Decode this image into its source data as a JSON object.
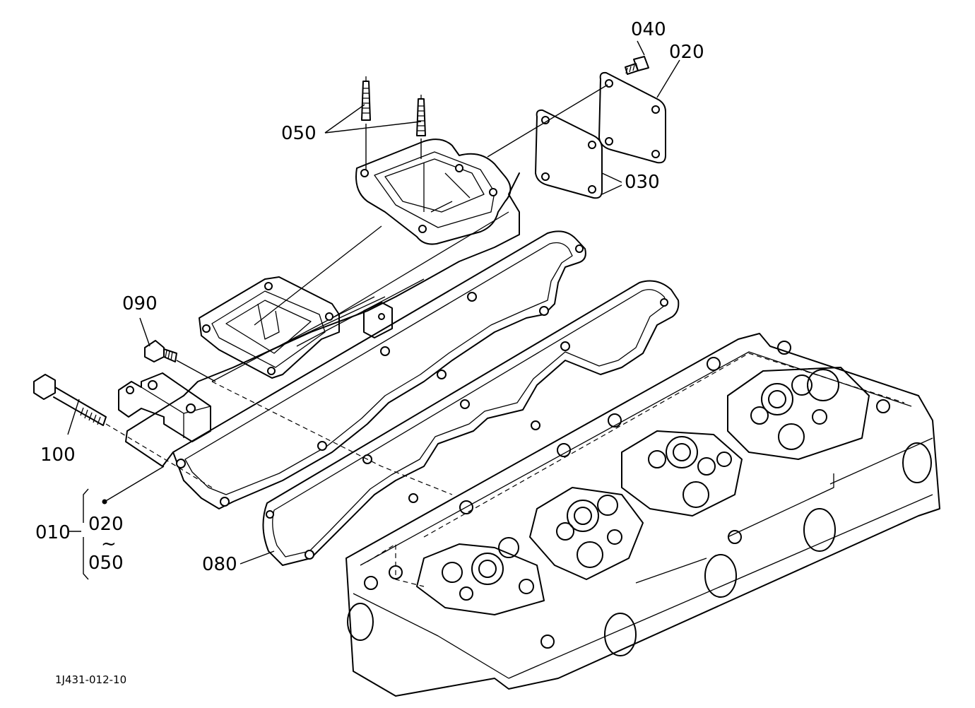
{
  "labels": {
    "p040": "040",
    "p020": "020",
    "p050": "050",
    "p030": "030",
    "p090": "090",
    "p100": "100",
    "p010": "010",
    "p020b": "020",
    "tilde": "~",
    "p050b": "050",
    "p080": "080"
  },
  "reference": "1J431-012-10"
}
